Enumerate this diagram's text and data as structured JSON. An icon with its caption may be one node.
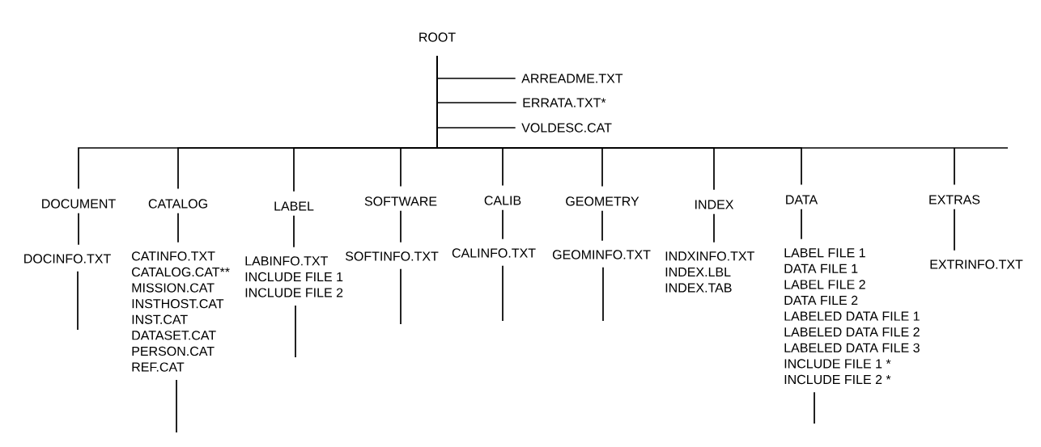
{
  "diagram": {
    "nodes": [
      {
        "text": [
          "ROOT"
        ]
      },
      {
        "text": [
          "ARREADME.TXT"
        ]
      },
      {
        "text": [
          "ERRATA.TXT*"
        ]
      },
      {
        "text": [
          "VOLDESC.CAT"
        ]
      },
      {
        "text": [
          "DOCUMENT"
        ]
      },
      {
        "text": [
          "CATALOG"
        ]
      },
      {
        "text": [
          "LABEL"
        ]
      },
      {
        "text": [
          "SOFTWARE"
        ]
      },
      {
        "text": [
          "CALIB"
        ]
      },
      {
        "text": [
          "GEOMETRY"
        ]
      },
      {
        "text": [
          "INDEX"
        ]
      },
      {
        "text": [
          "DATA"
        ]
      },
      {
        "text": [
          "EXTRAS"
        ]
      },
      {
        "text": [
          "DOCINFO.TXT"
        ]
      },
      {
        "text": [
          "CATINFO.TXT",
          "CATALOG.CAT**",
          "MISSION.CAT",
          "INSTHOST.CAT",
          "INST.CAT",
          "DATASET.CAT",
          "PERSON.CAT",
          "REF.CAT"
        ]
      },
      {
        "text": [
          "LABINFO.TXT",
          "INCLUDE FILE 1",
          "INCLUDE FILE 2"
        ]
      },
      {
        "text": [
          "SOFTINFO.TXT"
        ]
      },
      {
        "text": [
          "CALINFO.TXT"
        ]
      },
      {
        "text": [
          "GEOMINFO.TXT"
        ]
      },
      {
        "text": [
          "INDXINFO.TXT",
          "INDEX.LBL",
          "INDEX.TAB"
        ]
      },
      {
        "text": [
          "LABEL FILE 1",
          "DATA FILE 1",
          "LABEL FILE 2",
          "DATA FILE 2",
          "LABELED DATA FILE 1",
          "LABELED DATA FILE 2",
          "LABELED DATA FILE 3",
          "INCLUDE FILE 1 *",
          "INCLUDE FILE 2 *"
        ]
      },
      {
        "text": [
          "EXTRINFO.TXT"
        ]
      }
    ],
    "edges": [
      {
        "from": 0,
        "to": 1,
        "arrow": "none"
      },
      {
        "from": 0,
        "to": 2,
        "arrow": "none"
      },
      {
        "from": 0,
        "to": 3,
        "arrow": "none"
      },
      {
        "from": 0,
        "to": 4,
        "arrow": "none"
      },
      {
        "from": 0,
        "to": 5,
        "arrow": "none"
      },
      {
        "from": 0,
        "to": 6,
        "arrow": "none"
      },
      {
        "from": 0,
        "to": 7,
        "arrow": "none"
      },
      {
        "from": 0,
        "to": 8,
        "arrow": "none"
      },
      {
        "from": 0,
        "to": 9,
        "arrow": "none"
      },
      {
        "from": 0,
        "to": 10,
        "arrow": "none"
      },
      {
        "from": 0,
        "to": 11,
        "arrow": "none"
      },
      {
        "from": 0,
        "to": 12,
        "arrow": "none"
      },
      {
        "from": 4,
        "to": 13,
        "arrow": "none"
      },
      {
        "from": 5,
        "to": 14,
        "arrow": "none"
      },
      {
        "from": 6,
        "to": 15,
        "arrow": "none"
      },
      {
        "from": 7,
        "to": 16,
        "arrow": "none"
      },
      {
        "from": 8,
        "to": 17,
        "arrow": "none"
      },
      {
        "from": 9,
        "to": 18,
        "arrow": "none"
      },
      {
        "from": 10,
        "to": 19,
        "arrow": "none"
      },
      {
        "from": 11,
        "to": 20,
        "arrow": "none"
      },
      {
        "from": 12,
        "to": 21,
        "arrow": "none"
      },
      {
        "from": 13,
        "to": null,
        "arrow": "none"
      },
      {
        "from": 14,
        "to": null,
        "arrow": "none"
      },
      {
        "from": 15,
        "to": null,
        "arrow": "none"
      },
      {
        "from": 16,
        "to": null,
        "arrow": "none"
      },
      {
        "from": 17,
        "to": null,
        "arrow": "none"
      },
      {
        "from": 18,
        "to": null,
        "arrow": "none"
      },
      {
        "from": 20,
        "to": null,
        "arrow": "none"
      }
    ]
  }
}
